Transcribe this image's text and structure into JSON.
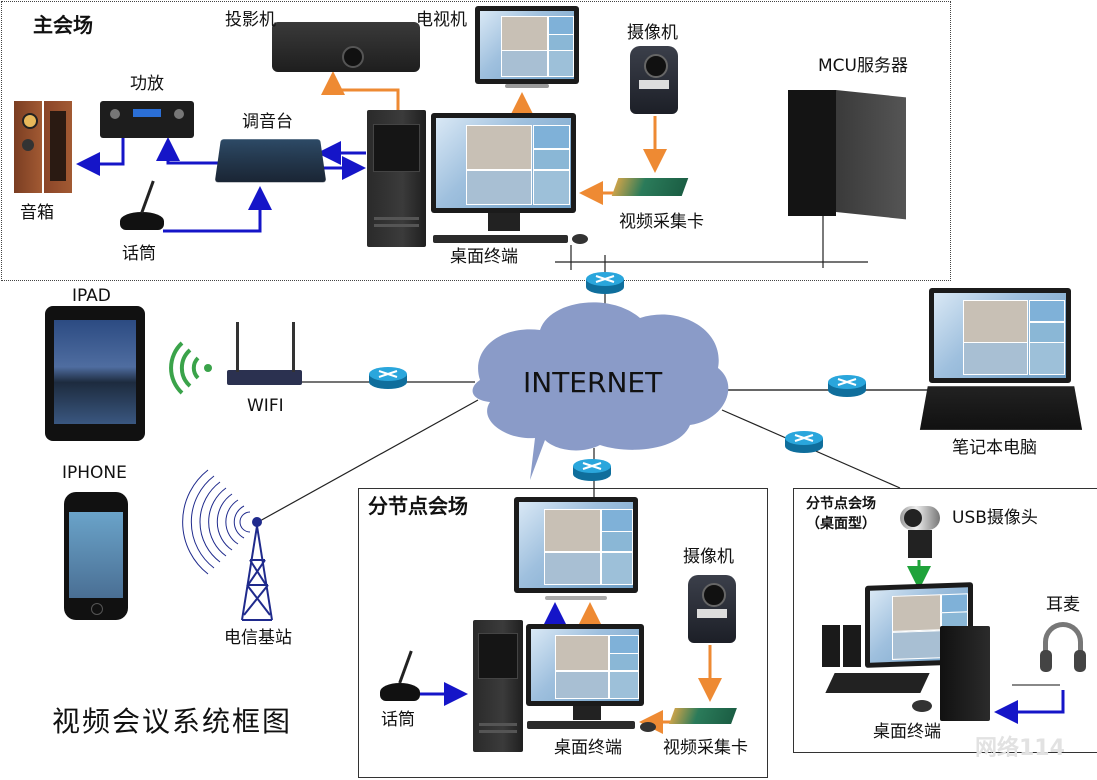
{
  "diagram": {
    "title": "视频会议系统框图",
    "center_node": "INTERNET",
    "colors": {
      "cloud": "#8a9bc8",
      "router": "#1e8fc9",
      "audio_link": "#1515c8",
      "video_link": "#ee8a33",
      "usb_link": "#1fa33a",
      "wifi_signal": "#3aa34a",
      "tower": "#1f2a8c",
      "network_line": "#222222"
    }
  },
  "zones": {
    "main": {
      "title": "主会场",
      "labels": {
        "projector": "投影机",
        "tv": "电视机",
        "camera": "摄像机",
        "mcu": "MCU服务器",
        "amplifier": "功放",
        "mixer": "调音台",
        "speakers": "音箱",
        "microphone": "话筒",
        "capture_card": "视频采集卡",
        "terminal": "桌面终端"
      }
    },
    "branch": {
      "title": "分节点会场",
      "labels": {
        "camera": "摄像机",
        "microphone": "话筒",
        "terminal": "桌面终端",
        "capture_card": "视频采集卡"
      }
    },
    "desktop": {
      "title": "分节点会场",
      "subtitle": "（桌面型）",
      "labels": {
        "usb_camera": "USB摄像头",
        "headset": "耳麦",
        "terminal": "桌面终端"
      }
    }
  },
  "clients": {
    "ipad": "IPAD",
    "iphone": "IPHONE",
    "wifi": "WIFI",
    "base_station": "电信基站",
    "laptop": "笔记本电脑"
  },
  "watermark": "网络114"
}
